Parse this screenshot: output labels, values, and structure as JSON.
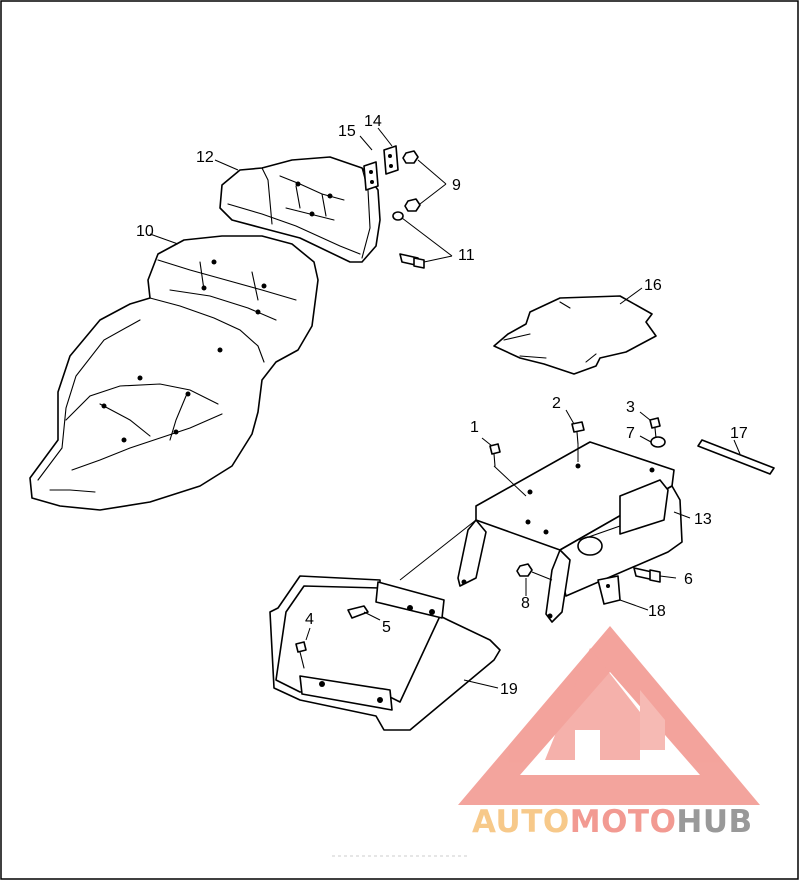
{
  "callouts": [
    {
      "id": "1",
      "text": "1"
    },
    {
      "id": "2",
      "text": "2"
    },
    {
      "id": "3",
      "text": "3"
    },
    {
      "id": "4",
      "text": "4"
    },
    {
      "id": "5",
      "text": "5"
    },
    {
      "id": "6",
      "text": "6"
    },
    {
      "id": "7",
      "text": "7"
    },
    {
      "id": "8",
      "text": "8"
    },
    {
      "id": "9",
      "text": "9"
    },
    {
      "id": "10",
      "text": "10"
    },
    {
      "id": "11",
      "text": "11"
    },
    {
      "id": "12",
      "text": "12"
    },
    {
      "id": "13",
      "text": "13"
    },
    {
      "id": "14",
      "text": "14"
    },
    {
      "id": "15",
      "text": "15"
    },
    {
      "id": "16",
      "text": "16"
    },
    {
      "id": "17",
      "text": "17"
    },
    {
      "id": "18",
      "text": "18"
    },
    {
      "id": "19",
      "text": "19"
    }
  ],
  "watermark": {
    "part1": "AUTO",
    "part2": "MOTO",
    "part3": "HUB",
    "color_gold": "#f7c98a",
    "color_salmon": "#f29a92",
    "color_gray": "#999999"
  }
}
